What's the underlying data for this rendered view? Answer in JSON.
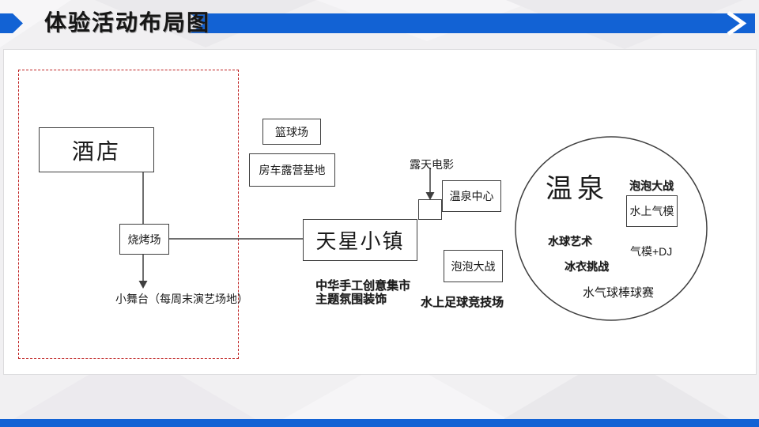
{
  "header": {
    "title": "体验活动布局图"
  },
  "colors": {
    "accent_blue": "#1262d4",
    "dashed_red": "#bf2121",
    "line_dark": "#3f3f3f",
    "chevron_white": "#ffffff"
  },
  "diagram": {
    "hotel_zone": {
      "hotel": "酒店",
      "bbq": "烧烤场",
      "stage_note": "小舞台（每周末演艺场地）"
    },
    "middle": {
      "basketball": "篮球场",
      "rv_camp": "房车露营基地",
      "town": "天星小镇",
      "open_air_movie": "露天电影",
      "hot_spring_center": "温泉中心",
      "bubble_battle": "泡泡大战",
      "market_line1": "中华手工创意集市",
      "market_line2": "主题氛围装饰",
      "water_soccer": "水上足球竞技场"
    },
    "hot_spring_circle": {
      "title": "温泉",
      "bubble_battle": "泡泡大战",
      "water_inflatable": "水上气模",
      "water_ball_art": "水球艺术",
      "inflatable_dj": "气模+DJ",
      "ice_suit_challenge": "冰衣挑战",
      "water_balloon_baseball": "水气球棒球赛"
    }
  }
}
